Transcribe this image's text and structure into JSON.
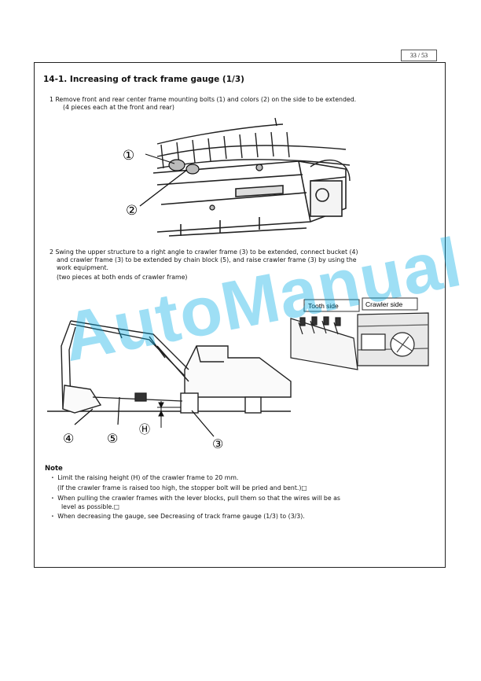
{
  "page_number": "33 / 53",
  "title": "14-1. Increasing of track frame gauge (1/3)",
  "step1": {
    "line1": "1  Remove front and rear center frame mounting bolts (1) and colors (2) on the side to be extended.",
    "line2": "(4 pieces each at the front and rear)"
  },
  "fig1": {
    "callout1": "①",
    "callout2": "②"
  },
  "step2": {
    "line1": "2  Swing the upper structure to a right angle to crawler frame (3) to be extended, connect bucket (4)",
    "line2": "and crawler frame (3) to be extended by chain block (5), and raise crawler frame (3) by using the",
    "line3": "work equipment.",
    "line4": "(two pieces at both ends of crawler frame)"
  },
  "fig2": {
    "tooth_side": "Tooth side",
    "crawler_side": "Crawler side",
    "callout4": "④",
    "callout5": "⑤",
    "calloutH": "Ⓗ",
    "callout3": "③"
  },
  "note": {
    "title": "Note",
    "items": [
      "・ Limit the raising height (H) of the crawler frame to 20 mm.",
      "(If the crawler frame is raised too high, the stopper bolt will be pried and bent.)□",
      "・ When pulling the crawler frames with the lever blocks, pull them so that the wires will be as",
      "level as possible.□",
      "・ When decreasing the gauge, see Decreasing of track frame gauge (1/3) to (3/3)."
    ]
  },
  "watermark": "AutoManual"
}
